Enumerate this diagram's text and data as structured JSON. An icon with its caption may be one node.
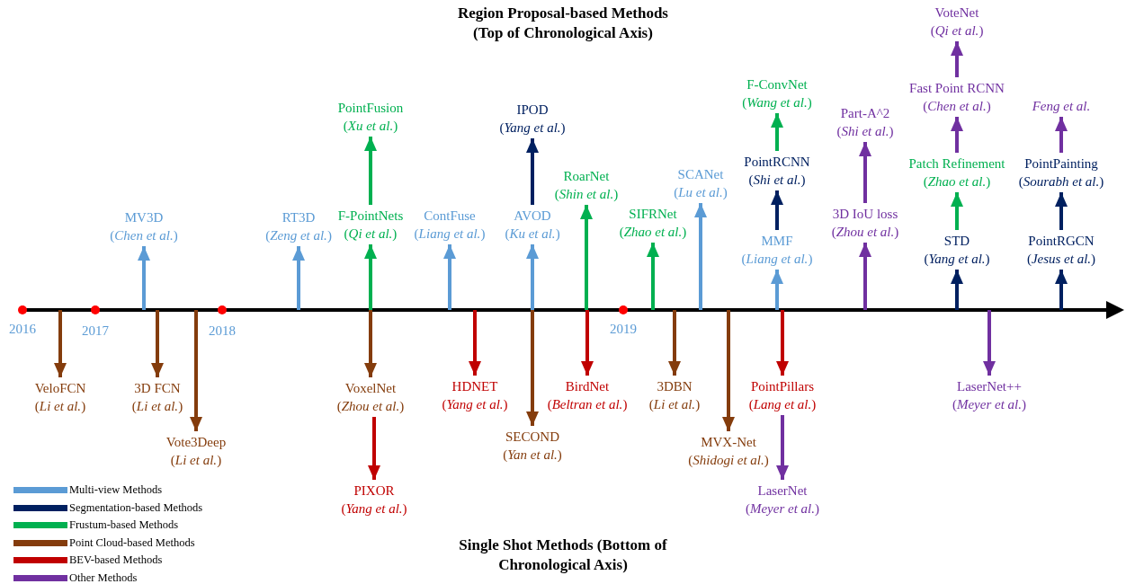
{
  "diagram": {
    "title": "Region Proposal-based Methods (Top of Chronological Axis)",
    "caption": "Single Shot Methods (Bottom of Chronological Axis)",
    "nodes": [
      {
        "text": [
          "MV3D",
          "(*Chen et al.*)"
        ]
      },
      {
        "text": [
          "RT3D",
          "(*Zeng et al.*)"
        ]
      },
      {
        "text": [
          "PointFusion",
          "(*Xu et al.*)"
        ]
      },
      {
        "text": [
          "F-PointNets",
          "(*Qi et al.*)"
        ]
      },
      {
        "text": [
          "ContFuse",
          "(*Liang et al.*)"
        ]
      },
      {
        "text": [
          "IPOD",
          "(*Yang et al.*)"
        ]
      },
      {
        "text": [
          "AVOD",
          "(*Ku et al.*)"
        ]
      },
      {
        "text": [
          "RoarNet",
          "(*Shin et al.*)"
        ]
      },
      {
        "text": [
          "SIFRNet",
          "(*Zhao et al.*)"
        ]
      },
      {
        "text": [
          "SCANet",
          "(*Lu et al.*)"
        ]
      },
      {
        "text": [
          "F-ConvNet",
          "(*Wang et al.*)"
        ]
      },
      {
        "text": [
          "PointRCNN",
          "(*Shi et al.*)"
        ]
      },
      {
        "text": [
          "MMF",
          "(*Liang et al.*)"
        ]
      },
      {
        "text": [
          "Part-A^2",
          "(*Shi et al.*)"
        ]
      },
      {
        "text": [
          "3D IoU loss",
          "(*Zhou et al.*)"
        ]
      },
      {
        "text": [
          "VoteNet",
          "(*Qi et al.*)"
        ]
      },
      {
        "text": [
          "Fast Point RCNN",
          "(*Chen et al.*)"
        ]
      },
      {
        "text": [
          "Patch Refinement",
          "(*Zhao et al.*)"
        ]
      },
      {
        "text": [
          "STD",
          "(*Yang et al.*)"
        ]
      },
      {
        "text": [
          "Feng et al."
        ]
      },
      {
        "text": [
          "PointPainting",
          "(*Sourabh et al.*)"
        ]
      },
      {
        "text": [
          "PointRGCN",
          "(*Jesus et al.*)"
        ]
      },
      {
        "text": [
          "VeloFCN",
          "(*Li et al.*)"
        ]
      },
      {
        "text": [
          "3D FCN",
          "(*Li et al.*)"
        ]
      },
      {
        "text": [
          "Vote3Deep",
          "(*Li et al.*)"
        ]
      },
      {
        "text": [
          "VoxelNet",
          "(*Zhou et al.*)"
        ]
      },
      {
        "text": [
          "PIXOR",
          "(*Yang et al.*)"
        ]
      },
      {
        "text": [
          "HDNET",
          "(*Yang et al.*)"
        ]
      },
      {
        "text": [
          "SECOND",
          "(*Yan et al.*)"
        ]
      },
      {
        "text": [
          "BirdNet",
          "(*Beltran et al.*)"
        ]
      },
      {
        "text": [
          "3DBN",
          "(*Li et al.*)"
        ]
      },
      {
        "text": [
          "MVX-Net",
          "(*Shidogi et al.*)"
        ]
      },
      {
        "text": [
          "PointPillars",
          "(*Lang et al.*)"
        ]
      },
      {
        "text": [
          "LaserNet",
          "(*Meyer et al.*)"
        ]
      },
      {
        "text": [
          "LaserNet++",
          "(*Meyer et al.*)"
        ]
      }
    ],
    "edges": [
      {
        "from": null,
        "to": 0,
        "arrow": "to",
        "color": "#5b9bd5"
      },
      {
        "from": null,
        "to": 1,
        "arrow": "to",
        "color": "#5b9bd5"
      },
      {
        "from": null,
        "to": 3,
        "arrow": "to",
        "color": "#00b050"
      },
      {
        "from": 3,
        "to": 2,
        "arrow": "to",
        "color": "#00b050"
      },
      {
        "from": null,
        "to": 4,
        "arrow": "to",
        "color": "#5b9bd5"
      },
      {
        "from": null,
        "to": 6,
        "arrow": "to",
        "color": "#5b9bd5"
      },
      {
        "from": 6,
        "to": 5,
        "arrow": "to",
        "color": "#002060"
      },
      {
        "from": null,
        "to": 7,
        "arrow": "to",
        "color": "#00b050"
      },
      {
        "from": null,
        "to": 8,
        "arrow": "to",
        "color": "#00b050"
      },
      {
        "from": null,
        "to": 9,
        "arrow": "to",
        "color": "#5b9bd5"
      },
      {
        "from": null,
        "to": 12,
        "arrow": "to",
        "color": "#5b9bd5"
      },
      {
        "from": 12,
        "to": 11,
        "arrow": "to",
        "color": "#002060"
      },
      {
        "from": 11,
        "to": 10,
        "arrow": "to",
        "color": "#00b050"
      },
      {
        "from": null,
        "to": 14,
        "arrow": "to",
        "color": "#7030a0"
      },
      {
        "from": 14,
        "to": 13,
        "arrow": "to",
        "color": "#7030a0"
      },
      {
        "from": null,
        "to": 18,
        "arrow": "to",
        "color": "#002060"
      },
      {
        "from": 18,
        "to": 17,
        "arrow": "to",
        "color": "#00b050"
      },
      {
        "from": 17,
        "to": 16,
        "arrow": "to",
        "color": "#7030a0"
      },
      {
        "from": 16,
        "to": 15,
        "arrow": "to",
        "color": "#7030a0"
      },
      {
        "from": null,
        "to": 21,
        "arrow": "to",
        "color": "#002060"
      },
      {
        "from": 21,
        "to": 20,
        "arrow": "to",
        "color": "#002060"
      },
      {
        "from": 20,
        "to": 19,
        "arrow": "to",
        "color": "#7030a0"
      },
      {
        "from": null,
        "to": 22,
        "arrow": "to",
        "color": "#843c0c"
      },
      {
        "from": null,
        "to": 23,
        "arrow": "to",
        "color": "#843c0c"
      },
      {
        "from": null,
        "to": 24,
        "arrow": "to",
        "color": "#843c0c"
      },
      {
        "from": null,
        "to": 25,
        "arrow": "to",
        "color": "#843c0c"
      },
      {
        "from": 25,
        "to": 26,
        "arrow": "to",
        "color": "#c00000"
      },
      {
        "from": null,
        "to": 27,
        "arrow": "to",
        "color": "#c00000"
      },
      {
        "from": null,
        "to": 28,
        "arrow": "to",
        "color": "#843c0c"
      },
      {
        "from": null,
        "to": 29,
        "arrow": "to",
        "color": "#c00000"
      },
      {
        "from": null,
        "to": 30,
        "arrow": "to",
        "color": "#843c0c"
      },
      {
        "from": null,
        "to": 31,
        "arrow": "to",
        "color": "#843c0c"
      },
      {
        "from": null,
        "to": 32,
        "arrow": "to",
        "color": "#c00000"
      },
      {
        "from": 32,
        "to": 33,
        "arrow": "to",
        "color": "#7030a0"
      },
      {
        "from": null,
        "to": 34,
        "arrow": "to",
        "color": "#7030a0"
      }
    ],
    "labels": [
      "2016",
      "2017",
      "2018",
      "2019"
    ],
    "legend": [
      {
        "text": "Multi-view Methods",
        "color": "#5b9bd5"
      },
      {
        "text": "Segmentation-based Methods",
        "color": "#002060"
      },
      {
        "text": "Frustum-based Methods",
        "color": "#00b050"
      },
      {
        "text": "Point Cloud-based Methods",
        "color": "#843c0c"
      },
      {
        "text": "BEV-based Methods",
        "color": "#c00000"
      },
      {
        "text": "Other Methods",
        "color": "#7030a0"
      }
    ]
  }
}
